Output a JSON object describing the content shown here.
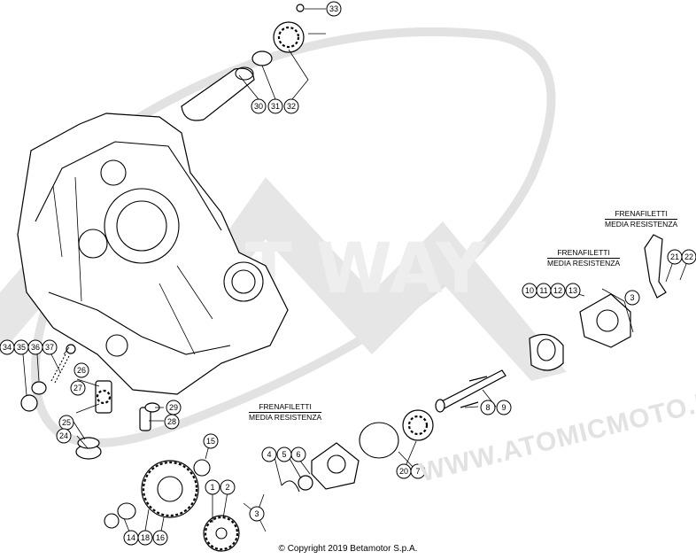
{
  "watermark": {
    "url_text": "WWW.ATOMICMOTO.I",
    "logo_name": "atomic-moto-logo-watermark"
  },
  "notes": [
    {
      "id": "note-left",
      "line1": "FRENAFILETTI",
      "line2": "MEDIA RESISTENZA"
    },
    {
      "id": "note-mid",
      "line1": "FRENAFILETTI",
      "line2": "MEDIA RESISTENZA"
    },
    {
      "id": "note-right",
      "line1": "FRENAFILETTI",
      "line2": "MEDIA RESISTENZA"
    }
  ],
  "callouts": [
    "33",
    "30",
    "31",
    "32",
    "3",
    "21",
    "22",
    "10",
    "11",
    "12",
    "13",
    "34",
    "35",
    "36",
    "37",
    "26",
    "27",
    "29",
    "28",
    "25",
    "24",
    "8",
    "9",
    "20",
    "7",
    "15",
    "4",
    "5",
    "6",
    "1",
    "2",
    "3",
    "14",
    "18",
    "16"
  ],
  "copyright": "© Copyright 2019 Betamotor S.p.A."
}
